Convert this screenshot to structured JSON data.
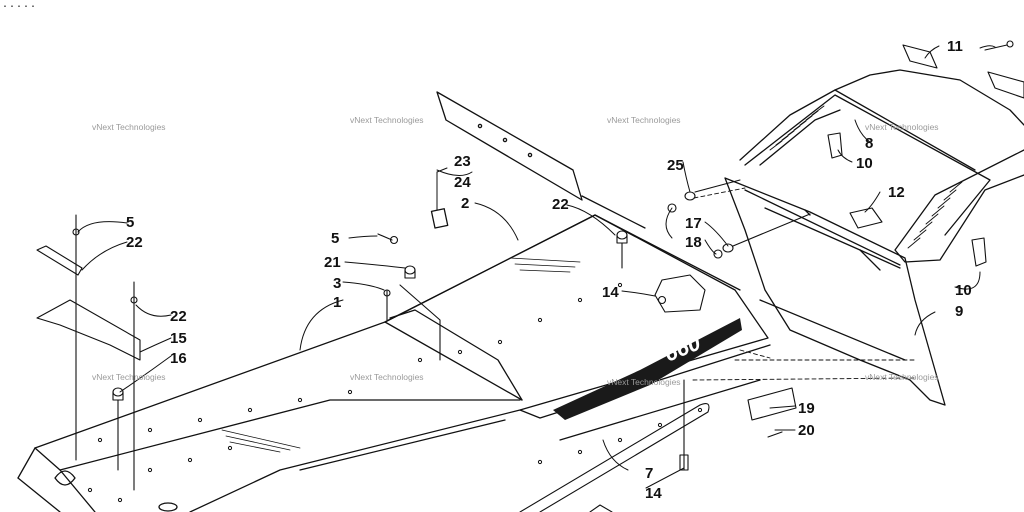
{
  "header": {
    "corner_mark": "....."
  },
  "watermark": {
    "text": "vNext Technologies"
  },
  "callouts": [
    "1",
    "2",
    "3",
    "5",
    "5",
    "7",
    "8",
    "9",
    "10",
    "10",
    "11",
    "12",
    "14",
    "14",
    "15",
    "16",
    "17",
    "18",
    "19",
    "20",
    "21",
    "22",
    "22",
    "22",
    "23",
    "24",
    "25"
  ],
  "decal": {
    "text": "660"
  },
  "colors": {
    "ink": "#111111",
    "decal_dark": "#1a1a1a",
    "watermark": "#9a9a9a"
  }
}
